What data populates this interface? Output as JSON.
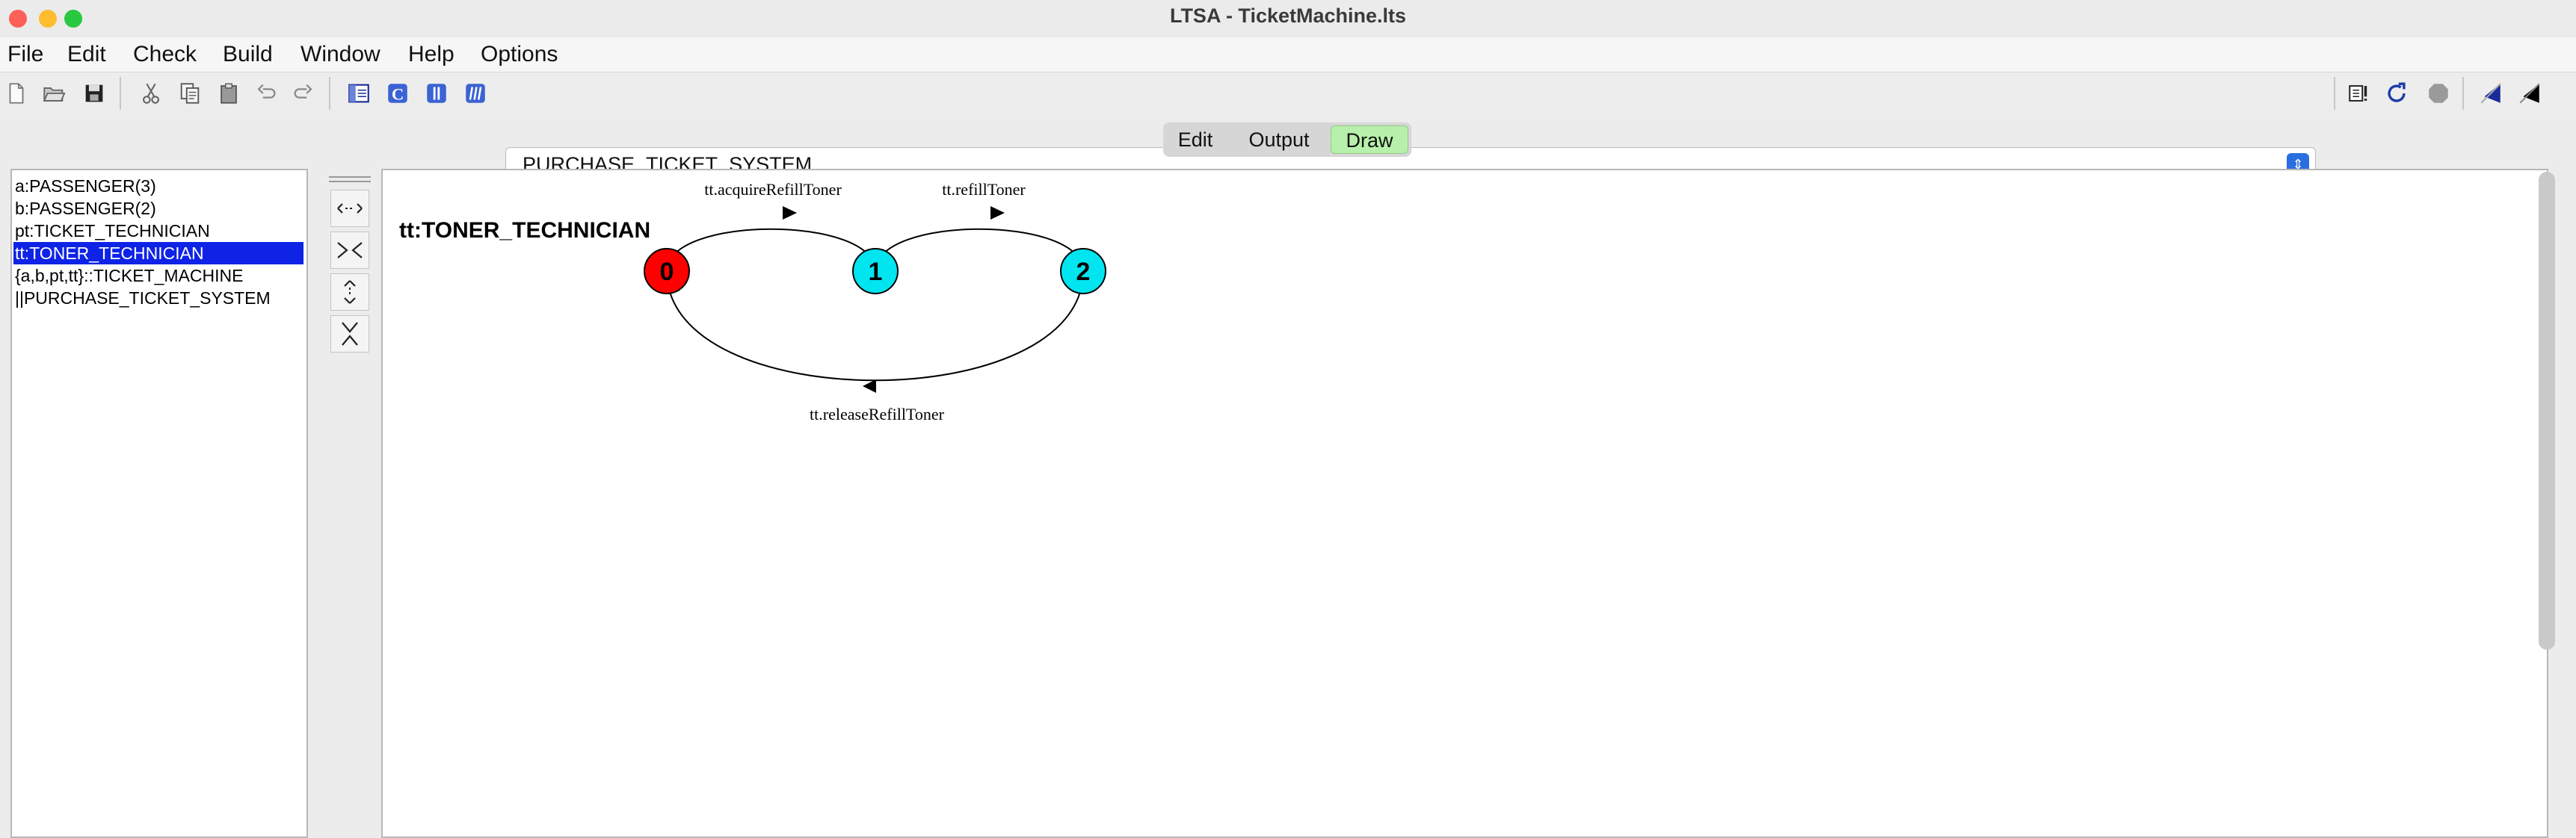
{
  "window": {
    "title": "LTSA - TicketMachine.lts"
  },
  "menu": [
    "File",
    "Edit",
    "Check",
    "Build",
    "Window",
    "Help",
    "Options"
  ],
  "toolbar": {
    "target_value": "PURCHASE_TICKET_SYSTEM",
    "left_icons": [
      "new-file-icon",
      "open-file-icon",
      "save-icon",
      "cut-icon",
      "copy-icon",
      "paste-icon",
      "undo-icon",
      "redo-icon",
      "window-icon",
      "compile-icon",
      "parallel-icon",
      "alphabet-icon"
    ],
    "right_icons": [
      "build-icon",
      "reload-icon",
      "stop-icon",
      "draw-icon",
      "animate-icon"
    ]
  },
  "tabs": [
    {
      "label": "Edit",
      "active": false
    },
    {
      "label": "Output",
      "active": false
    },
    {
      "label": "Draw",
      "active": true
    }
  ],
  "process_list": [
    {
      "label": "a:PASSENGER(3)",
      "selected": false
    },
    {
      "label": "b:PASSENGER(2)",
      "selected": false
    },
    {
      "label": "pt:TICKET_TECHNICIAN",
      "selected": false
    },
    {
      "label": "tt:TONER_TECHNICIAN",
      "selected": true
    },
    {
      "label": "{a,b,pt,tt}::TICKET_MACHINE",
      "selected": false
    },
    {
      "label": "||PURCHASE_TICKET_SYSTEM",
      "selected": false
    }
  ],
  "draw_controls": [
    "stretch-horizontal-icon",
    "shrink-horizontal-icon",
    "stretch-vertical-icon",
    "shrink-vertical-icon"
  ],
  "diagram": {
    "process_name": "tt:TONER_TECHNICIAN",
    "states": [
      {
        "label": "0",
        "color": "#ff0000",
        "initial": true
      },
      {
        "label": "1",
        "color": "#00e5f0",
        "initial": false
      },
      {
        "label": "2",
        "color": "#00e5f0",
        "initial": false
      }
    ],
    "transitions": [
      {
        "from": "0",
        "to": "1",
        "label": "tt.acquireRefillToner"
      },
      {
        "from": "1",
        "to": "2",
        "label": "tt.refillToner"
      },
      {
        "from": "2",
        "to": "0",
        "label": "tt.releaseRefillToner"
      }
    ]
  },
  "colors": {
    "selection": "#0f23e6",
    "active_tab": "#b7f0aa"
  }
}
